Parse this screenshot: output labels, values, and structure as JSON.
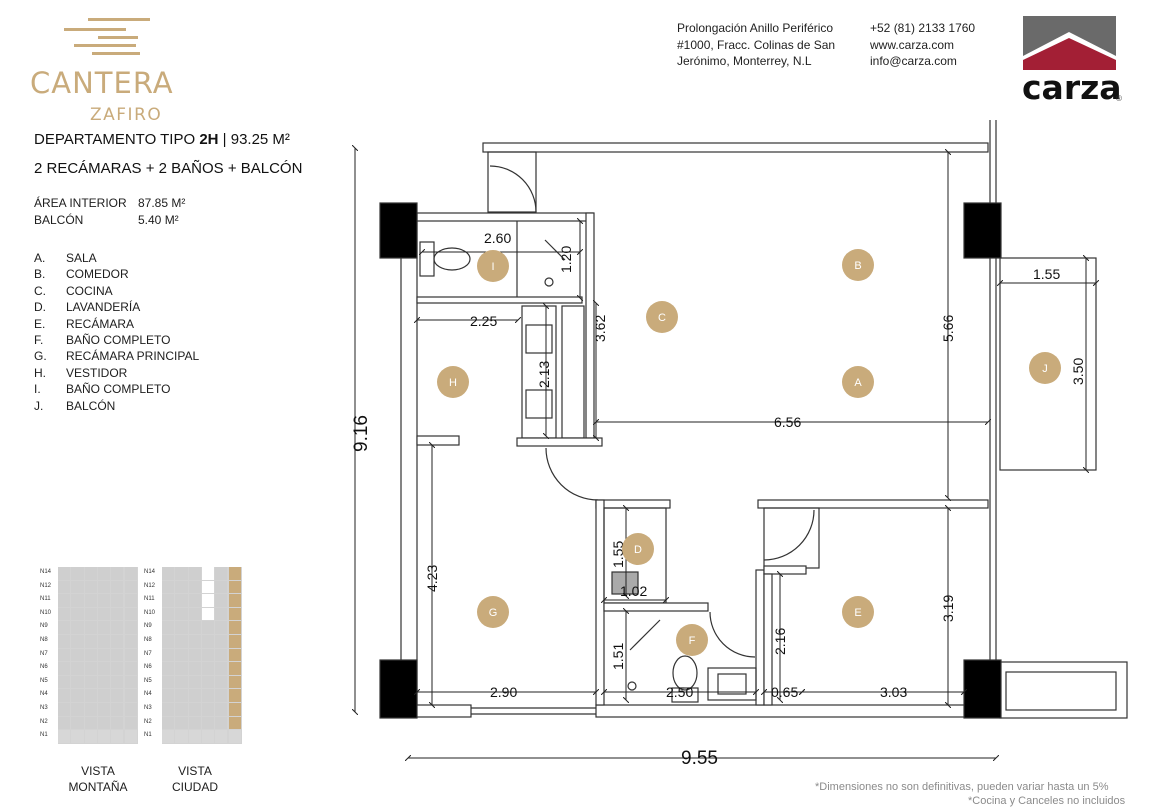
{
  "brand": {
    "development_name": "CANTERA",
    "development_sub": "ZAFIRO",
    "company": "carza",
    "company_reg_mark": "®",
    "colors": {
      "gold": "#c9ab7b",
      "roof": "#a31f35",
      "roof_dark": "#6a6a6a"
    }
  },
  "contact": {
    "address": [
      "Prolongación Anillo Periférico",
      "#1000, Fracc. Colinas de San",
      "Jerónimo, Monterrey, N.L"
    ],
    "phone": "+52 (81) 2133 1760",
    "web": "www.carza.com",
    "email": "info@carza.com"
  },
  "unit": {
    "title_prefix": "DEPARTAMENTO TIPO ",
    "type": "2H",
    "title_suffix": " | 93.25 M²",
    "subtitle": "2 RECÁMARAS + 2 BAÑOS + BALCÓN",
    "areas": [
      {
        "label": "ÁREA INTERIOR",
        "value": "87.85 M²"
      },
      {
        "label": "BALCÓN",
        "value": "5.40 M²"
      }
    ]
  },
  "legend": [
    {
      "key": "A.",
      "name": "SALA"
    },
    {
      "key": "B.",
      "name": "COMEDOR"
    },
    {
      "key": "C.",
      "name": "COCINA"
    },
    {
      "key": "D.",
      "name": "LAVANDERÍA"
    },
    {
      "key": "E.",
      "name": "RECÁMARA"
    },
    {
      "key": "F.",
      "name": "BAÑO COMPLETO"
    },
    {
      "key": "G.",
      "name": "RECÁMARA PRINCIPAL"
    },
    {
      "key": "H.",
      "name": "VESTIDOR"
    },
    {
      "key": "I.",
      "name": "BAÑO COMPLETO"
    },
    {
      "key": "J.",
      "name": "BALCÓN"
    }
  ],
  "floors": [
    "N14",
    "N12",
    "N11",
    "N10",
    "N9",
    "N8",
    "N7",
    "N6",
    "N5",
    "N4",
    "N3",
    "N2",
    "N1"
  ],
  "views": [
    {
      "line1": "VISTA",
      "line2": "MONTAÑA"
    },
    {
      "line1": "VISTA",
      "line2": "CIUDAD"
    }
  ],
  "plan": {
    "rooms": [
      "A",
      "B",
      "C",
      "D",
      "E",
      "F",
      "G",
      "H",
      "I",
      "J"
    ],
    "dimensions": {
      "total_width": "9.55",
      "total_height": "9.16",
      "bath_i_width": "2.60",
      "bath_i_depth": "1.20",
      "closet_width": "2.25",
      "kitchen_depth": "3.62",
      "counter_len": "2.13",
      "living_height": "5.66",
      "living_width": "6.56",
      "balcony_width": "1.55",
      "balcony_depth": "3.50",
      "laundry_depth": "1.55",
      "laundry_width": "1.02",
      "bath_f_depth": "1.51",
      "bath_f_width": "2.50",
      "master_height": "4.23",
      "master_width": "2.90",
      "wall_gap": "0.65",
      "bed_e_width": "3.03",
      "bed_e_height": "3.19",
      "bed_e_closet": "2.16"
    }
  },
  "footnotes": {
    "dimensions": "*Dimensiones no son definitivas, pueden variar hasta un 5%",
    "kitchen": "*Cocina y Canceles no incluidos"
  }
}
